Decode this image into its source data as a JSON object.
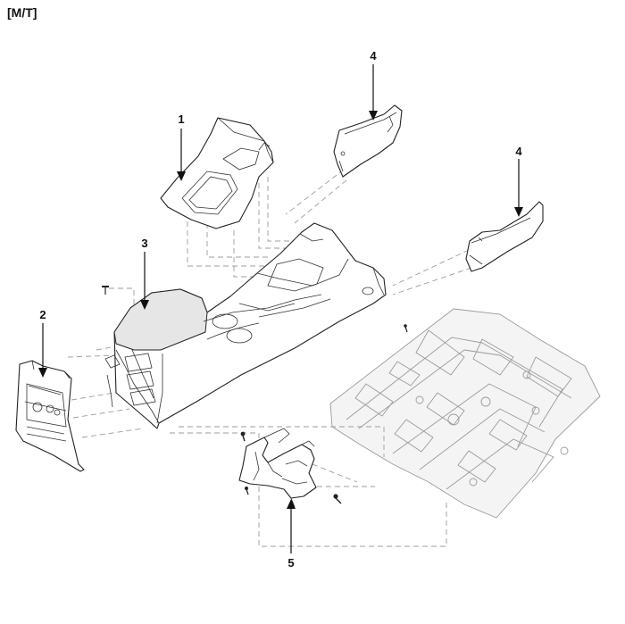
{
  "header": {
    "variant_tag": "[M/T]"
  },
  "callouts": [
    {
      "id": "c1",
      "label": "1"
    },
    {
      "id": "c2",
      "label": "2"
    },
    {
      "id": "c3",
      "label": "3"
    },
    {
      "id": "c4a",
      "label": "4"
    },
    {
      "id": "c4b",
      "label": "4"
    },
    {
      "id": "c5",
      "label": "5"
    }
  ]
}
